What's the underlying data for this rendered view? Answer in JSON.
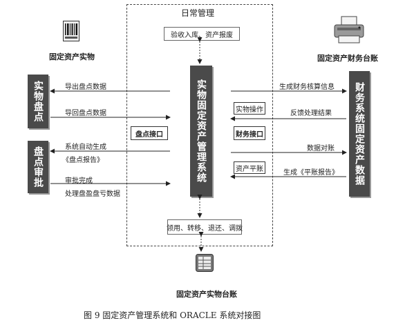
{
  "daily_mgmt_title": "日常管理",
  "top_box": "验收入库、资产报废",
  "bottom_box": "领用、转移、退还、调拨",
  "center_system": "实物固定资产管理系统",
  "left_top_icon_label": "固定资产实物",
  "right_top_icon_label": "固定资产财务台账",
  "bottom_icon_label": "固定资产实物台账",
  "left_block_1": "实物盘点",
  "left_block_2": "盘点审批",
  "right_block": "财务系统固定资产数据",
  "left_interface": "盘点接口",
  "right_interface": "财务接口",
  "right_box_1": "实物操作",
  "right_box_2": "资产平账",
  "left_arrows": {
    "a1": "导出盘点数据",
    "a2": "导回盘点数据",
    "a3_line1": "系统自动生成",
    "a3_line2": "《盘点报告》",
    "a4_line1": "审批完成",
    "a4_line2": "处理盘盈盘亏数据"
  },
  "right_arrows": {
    "a1": "生成财务核算信息",
    "a2": "反馈处理结果",
    "a3": "数据对账",
    "a4": "生成《平账报告》"
  },
  "caption": "图 9    固定资产管理系统和 ORACLE 系统对接图"
}
